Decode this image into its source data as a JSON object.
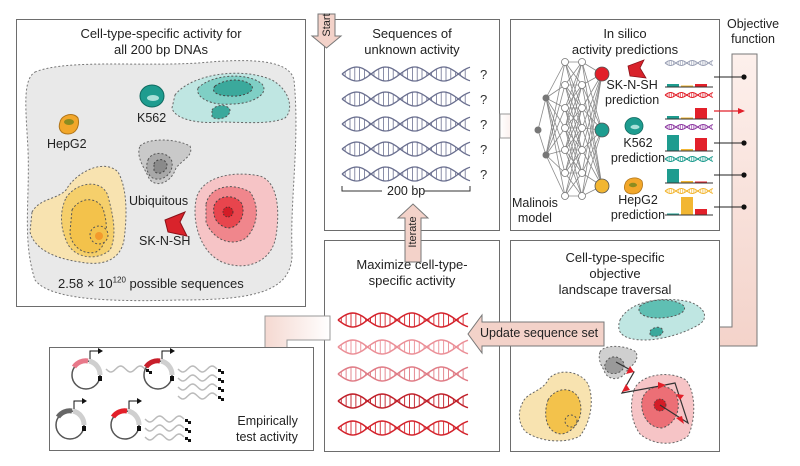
{
  "panels": {
    "landscape": {
      "title_line1": "Cell-type-specific activity for",
      "title_line2": "all 200 bp DNAs",
      "labels": {
        "k562": "K562",
        "hepg2": "HepG2",
        "ubiquitous": "Ubiquitous",
        "sknsh": "SK-N-SH"
      },
      "footer_prefix": "2.58 × 10",
      "footer_exponent": "120",
      "footer_suffix": " possible sequences"
    },
    "unknown": {
      "title_line1": "Sequences of",
      "title_line2": "unknown activity",
      "question_mark": "?",
      "scale_label": "200 bp"
    },
    "predictions": {
      "title_line1": "In silico",
      "title_line2": "activity predictions",
      "model_line1": "Malinois",
      "model_line2": "model",
      "sknsh_line1": "SK-N-SH",
      "sknsh_line2": "prediction",
      "k562_line1": "K562",
      "k562_line2": "prediction",
      "hepg2_line1": "HepG2",
      "hepg2_line2": "prediction"
    },
    "objective": {
      "line1": "Objective",
      "line2": "function"
    },
    "traversal": {
      "title_line1": "Cell-type-specific",
      "title_line2": "objective",
      "title_line3": "landscape traversal"
    },
    "maximize": {
      "title_line1": "Maximize cell-type-",
      "title_line2": "specific activity"
    },
    "empirical": {
      "title_line1": "Empirically",
      "title_line2": "test activity"
    }
  },
  "arrows": {
    "start": "Start",
    "iterate": "Iterate",
    "update": "Update sequence set"
  },
  "colors": {
    "panel_border": "#6d6d6d",
    "landscape_bg": "#e9e9e9",
    "teal": "#1e9c8f",
    "teal_light": "#bfe6e2",
    "gold": "#f2b632",
    "gold_light": "#f8e3b0",
    "red": "#e2202a",
    "red_light": "#f6c4c6",
    "grey": "#9a9a9a",
    "arrow_fill": "#f3d2c9",
    "dna_blue": "#6a6f8f",
    "dna_red": "#d4232c"
  },
  "prediction_bars": [
    {
      "dna_color": "#9aa0b5",
      "values": {
        "teal": 0.15,
        "gold": 0.05,
        "red": 0.15
      }
    },
    {
      "dna_color": "#e2202a",
      "values": {
        "teal": 0.15,
        "gold": 0.05,
        "red": 0.55
      }
    },
    {
      "dna_color": "#8e3aa2",
      "values": {
        "teal": 0.8,
        "gold": 0.1,
        "red": 0.65
      }
    },
    {
      "dna_color": "#1e9c8f",
      "values": {
        "teal": 0.7,
        "gold": 0.1,
        "red": 0.05
      }
    },
    {
      "dna_color": "#f2b632",
      "values": {
        "teal": 0.05,
        "gold": 0.9,
        "red": 0.3
      }
    }
  ],
  "maximize_dna_colors": [
    "#d4232c",
    "#eb8f97",
    "#e07c86",
    "#c0202a",
    "#d4232c"
  ]
}
